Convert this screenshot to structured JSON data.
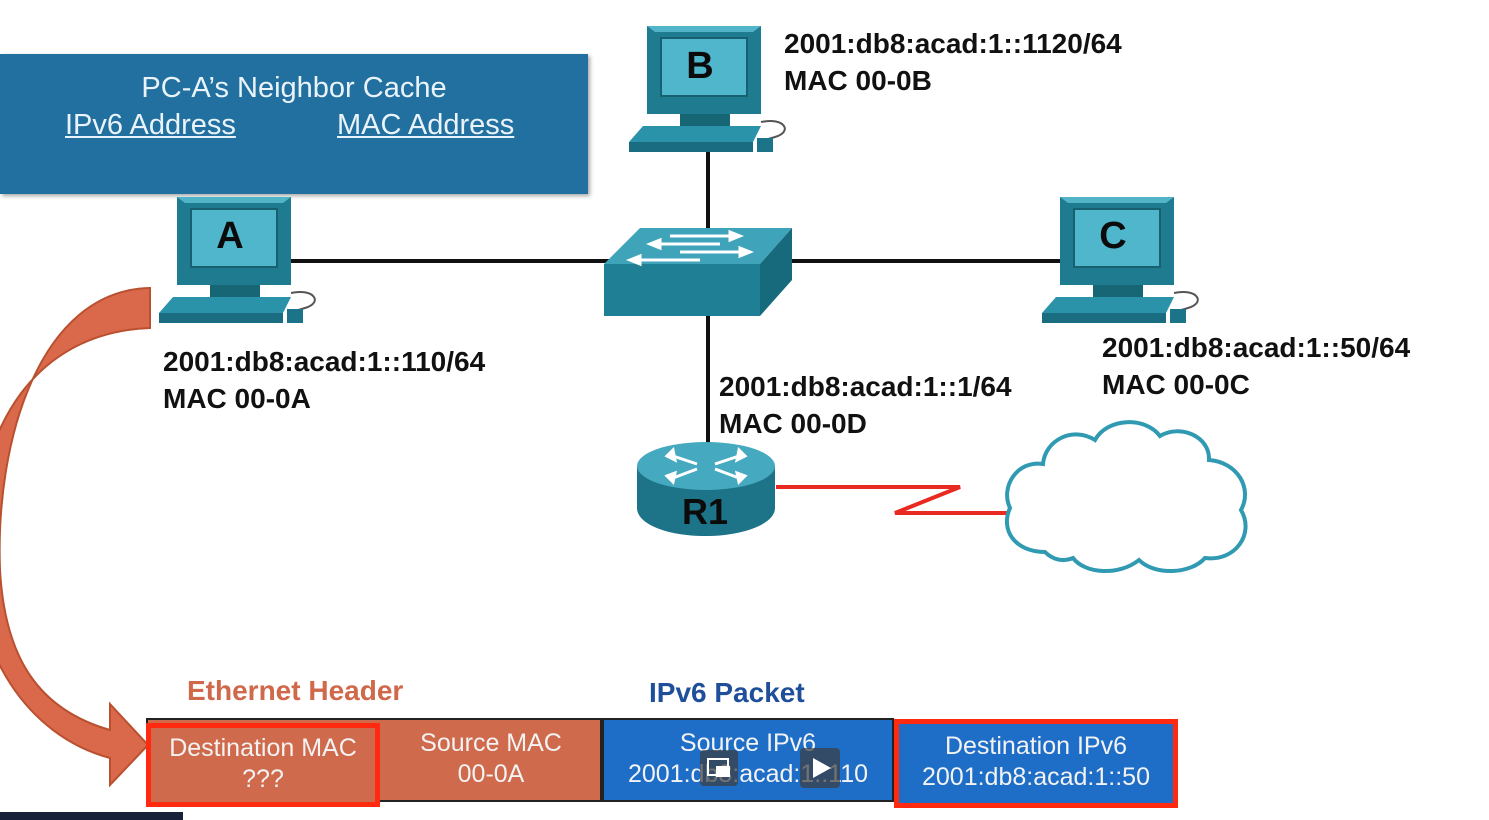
{
  "neighbor_cache": {
    "title": "PC-A’s Neighbor Cache",
    "col_ipv6": "IPv6 Address",
    "col_mac": "MAC Address"
  },
  "devices": {
    "a": {
      "letter": "A",
      "ipv6": "2001:db8:acad:1::110/64",
      "mac": "MAC 00-0A"
    },
    "b": {
      "letter": "B",
      "ipv6": "2001:db8:acad:1::1120/64",
      "mac": "MAC 00-0B"
    },
    "c": {
      "letter": "C",
      "ipv6": "2001:db8:acad:1::50/64",
      "mac": "MAC 00-0C"
    },
    "r1": {
      "letter": "R1",
      "ipv6": "2001:db8:acad:1::1/64",
      "mac": "MAC 00-0D"
    }
  },
  "frame": {
    "ethernet_header_label": "Ethernet Header",
    "ipv6_packet_label": "IPv6 Packet",
    "fields": [
      {
        "label": "Destination MAC",
        "value": "???"
      },
      {
        "label": "Source MAC",
        "value": "00-0A"
      },
      {
        "label": "Source IPv6",
        "value": "2001:db8:acad:1::110"
      },
      {
        "label": "Destination IPv6",
        "value": "2001:db8:acad:1::50"
      }
    ]
  },
  "colors": {
    "cache_box": "#2270a0",
    "ethernet": "#cf6a4c",
    "ipv6": "#1e6ec8",
    "highlight": "#ff2a10",
    "device_teal": "#2a8ca3"
  }
}
